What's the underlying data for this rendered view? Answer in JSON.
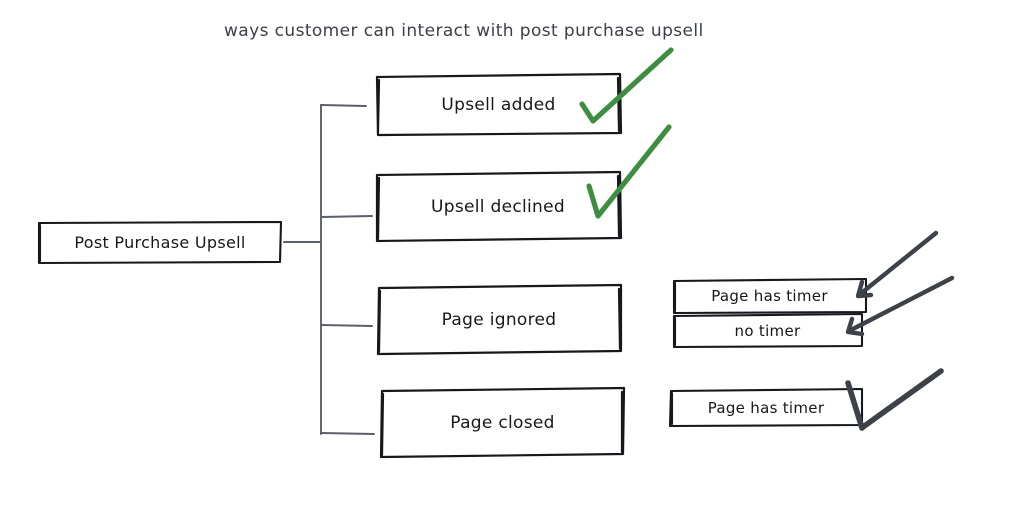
{
  "diagram": {
    "title": "ways customer can interact with post purchase upsell",
    "root": {
      "label": "Post Purchase Upsell"
    },
    "branches": [
      {
        "label": "Upsell added",
        "marker": "green-check"
      },
      {
        "label": "Upsell declined",
        "marker": "green-check"
      },
      {
        "label": "Page ignored",
        "marker": "none"
      },
      {
        "label": "Page closed",
        "marker": "none"
      }
    ],
    "sub_nodes": [
      {
        "label": "Page has timer",
        "marker": "dark-arrow"
      },
      {
        "label": "no timer",
        "marker": "dark-arrow"
      },
      {
        "label": "Page has timer",
        "marker": "dark-arrow"
      }
    ],
    "colors": {
      "stroke": "#16181d",
      "title_text": "#3c4049",
      "check_green": "#3e8e41",
      "arrow_dark": "#3d4148",
      "background": "#ffffff"
    }
  }
}
